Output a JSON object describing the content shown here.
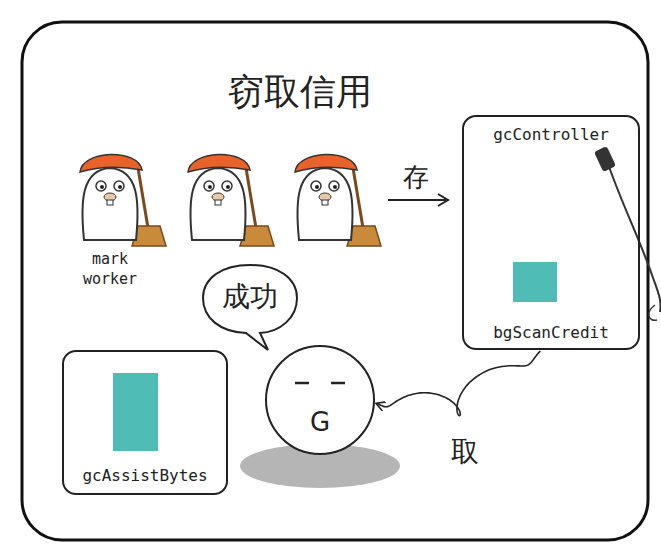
{
  "diagram": {
    "title": "窃取信用",
    "nodes": [
      {
        "text": [
          "gcController",
          "bgScanCredit"
        ]
      },
      {
        "text": [
          "成功"
        ]
      },
      {
        "text": [
          "gcAssistBytes"
        ]
      },
      {
        "text": [
          "G"
        ]
      }
    ],
    "edges": [
      {
        "from": 0,
        "to": 3,
        "label": "取",
        "arrow": "to"
      }
    ],
    "labels": [
      "mark worker",
      "存"
    ]
  }
}
